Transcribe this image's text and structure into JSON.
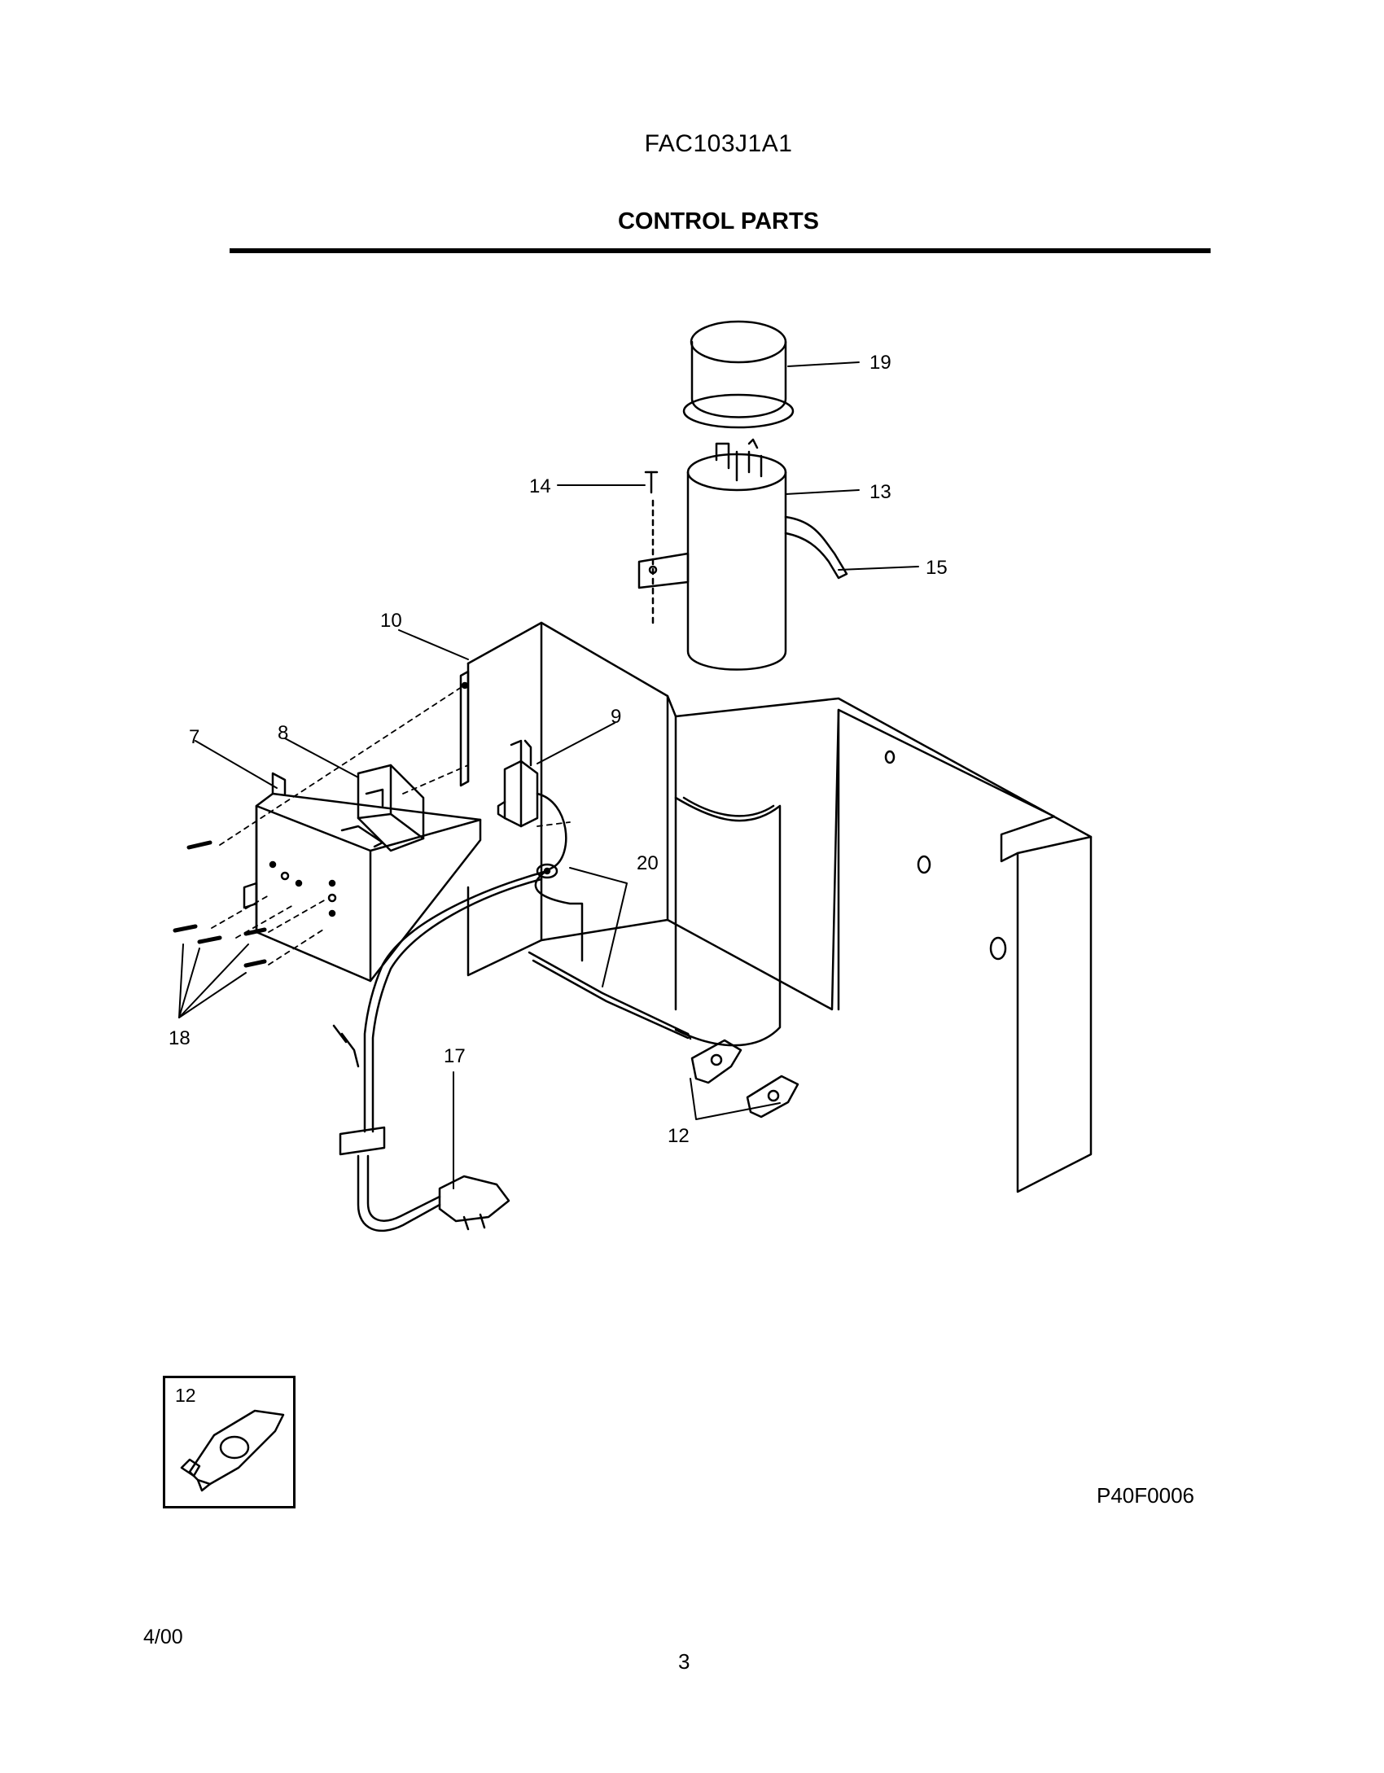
{
  "header": {
    "model": "FAC103J1A1",
    "section_title": "CONTROL PARTS"
  },
  "callouts": {
    "c19": "19",
    "c14": "14",
    "c13": "13",
    "c15": "15",
    "c10": "10",
    "c9": "9",
    "c7": "7",
    "c8": "8",
    "c20": "20",
    "c18": "18",
    "c17": "17",
    "c12": "12"
  },
  "detail": {
    "label": "12"
  },
  "footer": {
    "figure_code": "P40F0006",
    "date": "4/00",
    "page_number": "3"
  }
}
